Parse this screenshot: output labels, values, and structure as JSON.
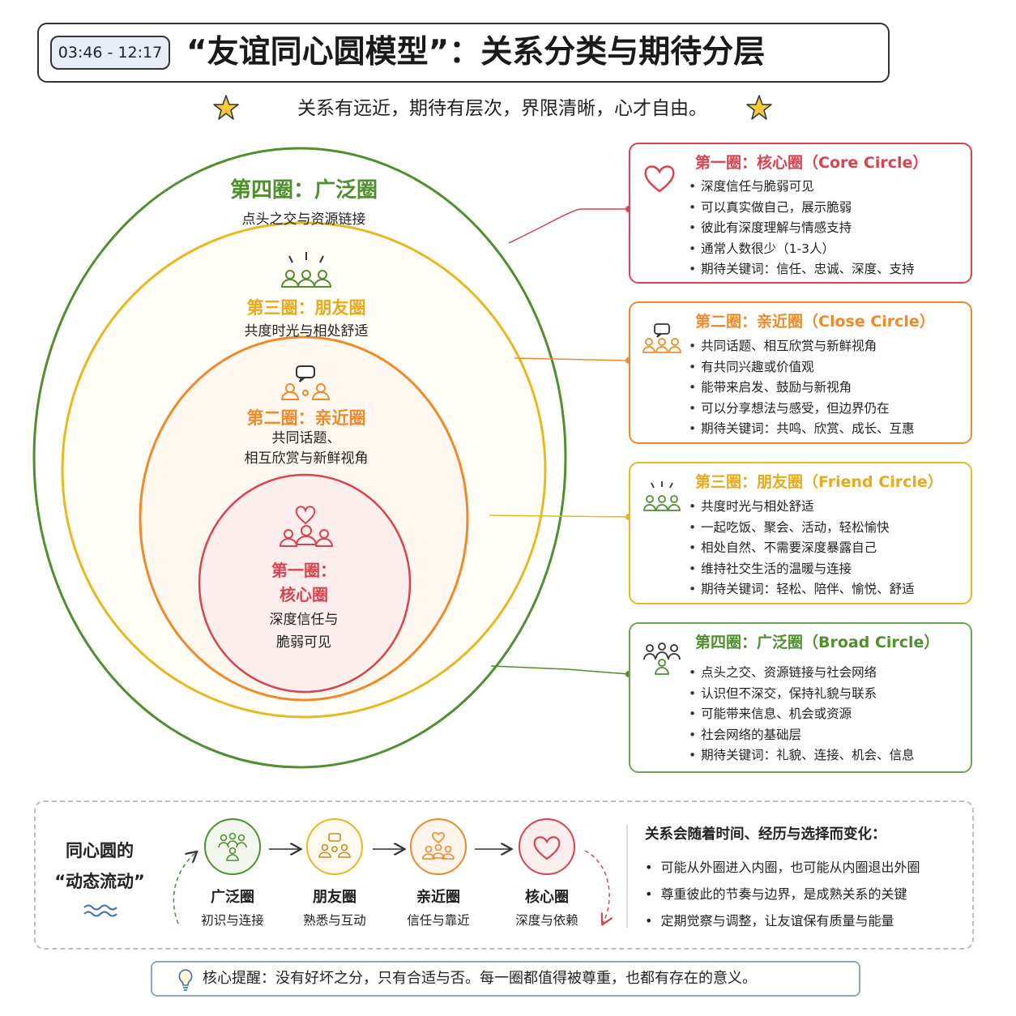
{
  "header": {
    "time_range": "03:46 - 12:17",
    "title": "“友谊同心圆模型”：关系分类与期待分层",
    "subtitle": "关系有远近，期待有层次，界限清晰，心才自由。"
  },
  "circles": {
    "fourth": {
      "title": "第四圈：广泛圈",
      "desc": "点头之交与资源链接"
    },
    "third": {
      "title": "第三圈：朋友圈",
      "desc": "共度时光与相处舒适"
    },
    "second": {
      "title": "第二圈：亲近圈",
      "desc_line1": "共同话题、",
      "desc_line2": "相互欣赏与新鲜视角"
    },
    "first": {
      "title_line1": "第一圈：",
      "title_line2": "核心圈",
      "desc_line1": "深度信任与",
      "desc_line2": "脆弱可见"
    }
  },
  "cards": [
    {
      "title": "第一圈：核心圈（Core Circle）",
      "items": [
        "深度信任与脆弱可见",
        "可以真实做自己，展示脆弱",
        "彼此有深度理解与情感支持",
        "通常人数很少（1-3人）",
        "期待关键词：信任、忠诚、深度、支持"
      ]
    },
    {
      "title": "第二圈：亲近圈（Close Circle）",
      "items": [
        "共同话题、相互欣赏与新鲜视角",
        "有共同兴趣或价值观",
        "能带来启发、鼓励与新视角",
        "可以分享想法与感受，但边界仍在",
        "期待关键词：共鸣、欣赏、成长、互惠"
      ]
    },
    {
      "title": "第三圈：朋友圈（Friend Circle）",
      "items": [
        "共度时光与相处舒适",
        "一起吃饭、聚会、活动，轻松愉快",
        "相处自然、不需要深度暴露自己",
        "维持社交生活的温暖与连接",
        "期待关键词：轻松、陪伴、愉悦、舒适"
      ]
    },
    {
      "title": "第四圈：广泛圈（Broad Circle）",
      "items": [
        "点头之交、资源链接与社会网络",
        "认识但不深交，保持礼貌与联系",
        "可能带来信息、机会或资源",
        "社会网络的基础层",
        "期待关键词：礼貌、连接、机会、信息"
      ]
    }
  ],
  "dynamic": {
    "title_line1": "同心圆的",
    "title_line2": "“动态流动”",
    "stages": [
      {
        "name": "广泛圈",
        "sub": "初识与连接"
      },
      {
        "name": "朋友圈",
        "sub": "熟悉与互动"
      },
      {
        "name": "亲近圈",
        "sub": "信任与靠近"
      },
      {
        "name": "核心圈",
        "sub": "深度与依赖"
      }
    ],
    "notes_head": "关系会随着时间、经历与选择而变化：",
    "notes": [
      "可能从外圈进入内圈，也可能从内圈退出外圈",
      "尊重彼此的节奏与边界，是成熟关系的关键",
      "定期觉察与调整，让友谊保有质量与能量"
    ]
  },
  "tip": "核心提醒：没有好坏之分，只有合适与否。每一圈都值得被尊重，也都有存在的意义。",
  "colors": {
    "core": "#d9434e",
    "close": "#ef8a2a",
    "friend": "#e8b820",
    "broad": "#4f8f2e"
  }
}
